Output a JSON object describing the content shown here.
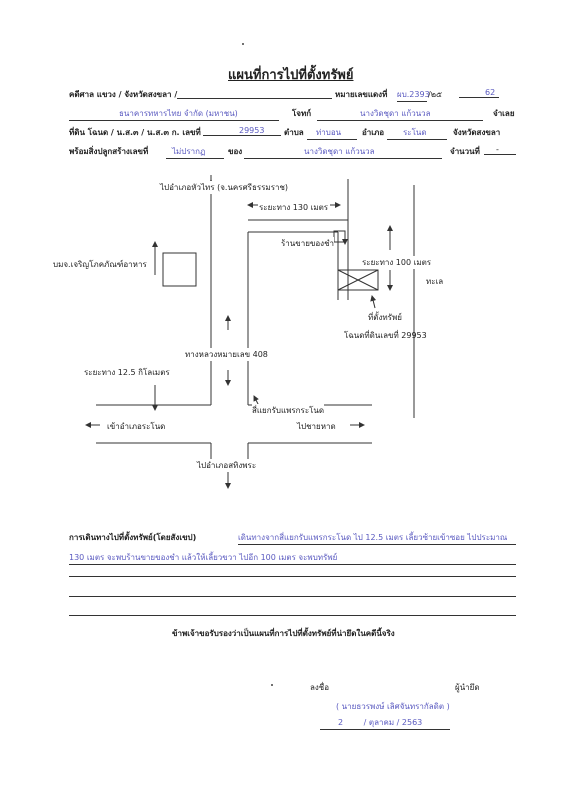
{
  "title": "แผนที่การไปที่ตั้งทรัพย์",
  "header": {
    "court_label": "คดีศาล แขวง / จังหวัดสงขลา /",
    "case_no_label": "หมายเลขแดงที่",
    "case_no": "ผบ.2393",
    "case_year_sep": "/๒๕",
    "case_year": "62",
    "plaintiff": "ธนาคารทหารไทย จำกัด (มหาชน)",
    "plaintiff_label": "โจทก์",
    "defendant": "นางวิดชุดา แก้วนวล",
    "defendant_label": "จำเลย",
    "land_label": "ที่ดิน โฉนด / น.ส.๓ / น.ส.๓ ก. เลขที่",
    "land_no": "29953",
    "tambon_label": "ตำบล",
    "tambon": "ท่าบอน",
    "amphoe_label": "อำเภอ",
    "amphoe": "ระโนด",
    "province_label": "จังหวัดสงขลา",
    "building_label": "พร้อมสิ่งปลูกสร้างเลขที่",
    "building_no": "ไม่ปรากฏ",
    "owner_label": "ของ",
    "owner": "นางวิดชุดา แก้วนวล",
    "count_label": "จำนวนที่",
    "count": "-"
  },
  "map": {
    "to_hua_sai": "ไปอำเภอหัวไทร (จ.นครศรีธรรมราช)",
    "dist_130": "ระยะทาง 130 เมตร",
    "shop": "ร้านขายของชำ",
    "dist_100": "ระยะทาง 100 เมตร",
    "company": "บมจ.เจริญโภคภัณฑ์อาหาร",
    "sea": "ทะเล",
    "property": "ที่ตั้งทรัพย์",
    "deed": "โฉนดที่ดินเลขที่ 29953",
    "highway": "ทางหลวงหมายเลข 408",
    "dist_12_5": "ระยะทาง 12.5 กิโลเมตร",
    "intersection": "สี่แยกรับแพรกระโนด",
    "to_ranot": "เข้าอำเภอระโนด",
    "to_beach": "ไปชายหาด",
    "to_sathing_phra": "ไปอำเภอสทิงพระ"
  },
  "directions": {
    "label": "การเดินทางไปที่ตั้งทรัพย์(โดยสังเขป)",
    "line1": "เดินทางจากสี่แยกรับแพรกระโนด ไป 12.5 เมตร เลี้ยวซ้ายเข้าซอย ไปประมาณ",
    "line2": "130 เมตร จะพบร้านขายของชำ แล้วให้เลี้ยวขวา ไปอีก 100 เมตร จะพบทรัพย์"
  },
  "certify": "ข้าพเจ้าขอรับรองว่าเป็นแผนที่การไปที่ตั้งทรัพย์ที่น่ายึดในคดีนี้จริง",
  "signature": {
    "sign_label": "ลงชื่อ",
    "role": "ผู้นำยึด",
    "name": "( นายธวรพงษ์ เลิศจันทรากัลดิต )",
    "day": "2",
    "month": "ตุลาคม",
    "year": "2563"
  }
}
